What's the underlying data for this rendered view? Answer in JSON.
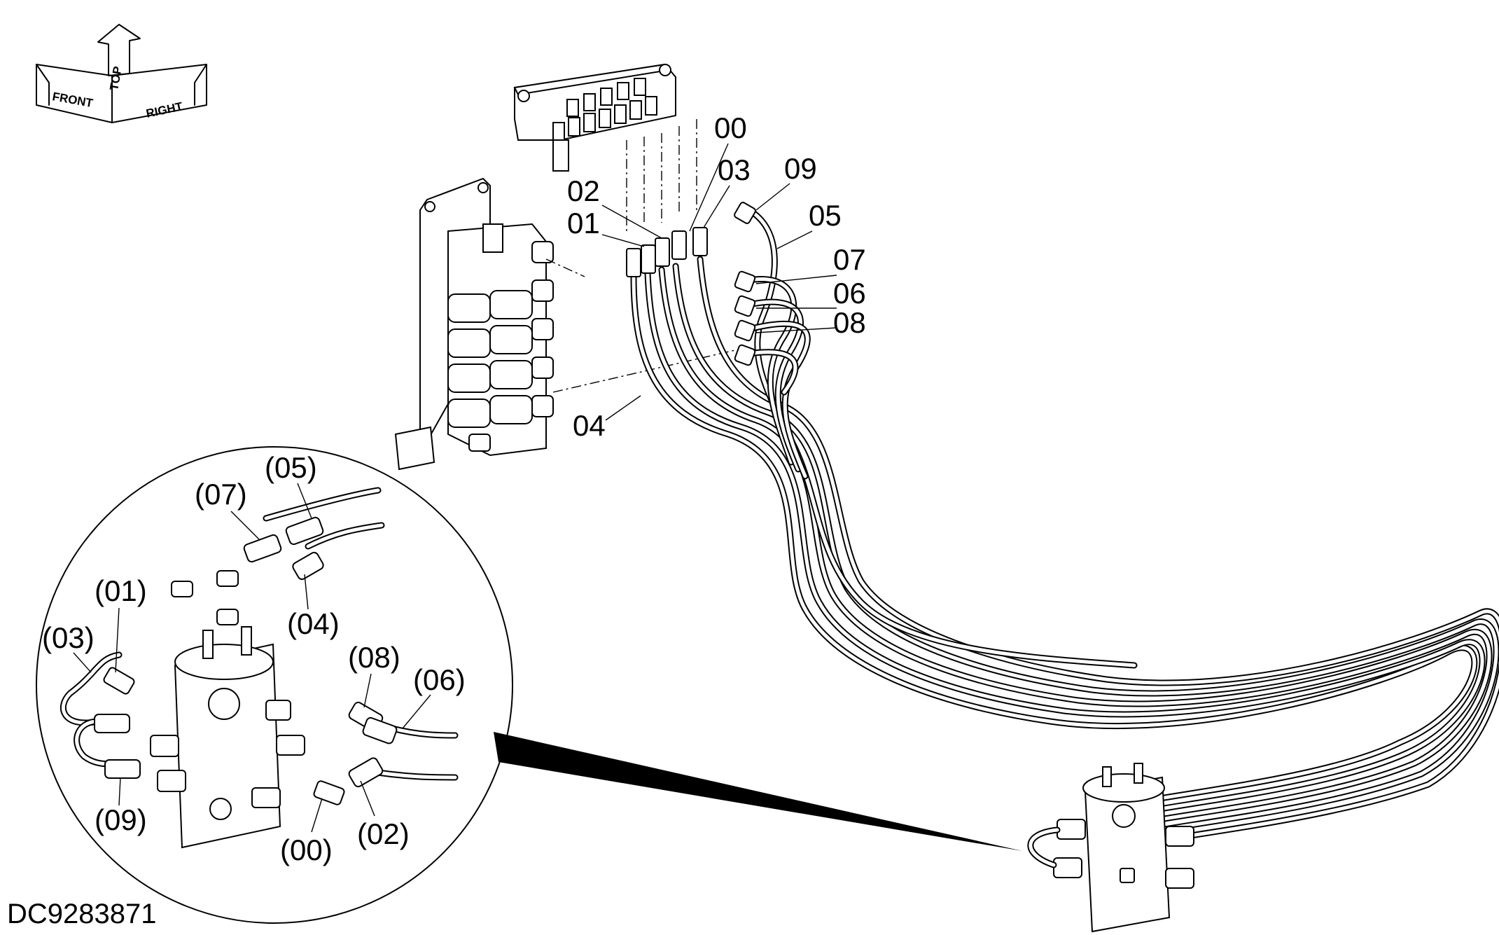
{
  "orientation_indicator": {
    "front": "FRONT",
    "top": "TOP",
    "right": "RIGHT"
  },
  "main_callouts": {
    "c00": "00",
    "c03": "03",
    "c09": "09",
    "c02": "02",
    "c01": "01",
    "c05": "05",
    "c07": "07",
    "c06": "06",
    "c08": "08",
    "c04": "04"
  },
  "detail_callouts": {
    "d05": "(05)",
    "d07": "(07)",
    "d01": "(01)",
    "d04": "(04)",
    "d03": "(03)",
    "d08": "(08)",
    "d06": "(06)",
    "d09": "(09)",
    "d00": "(00)",
    "d02": "(02)"
  },
  "drawing_id": "DC9283871"
}
